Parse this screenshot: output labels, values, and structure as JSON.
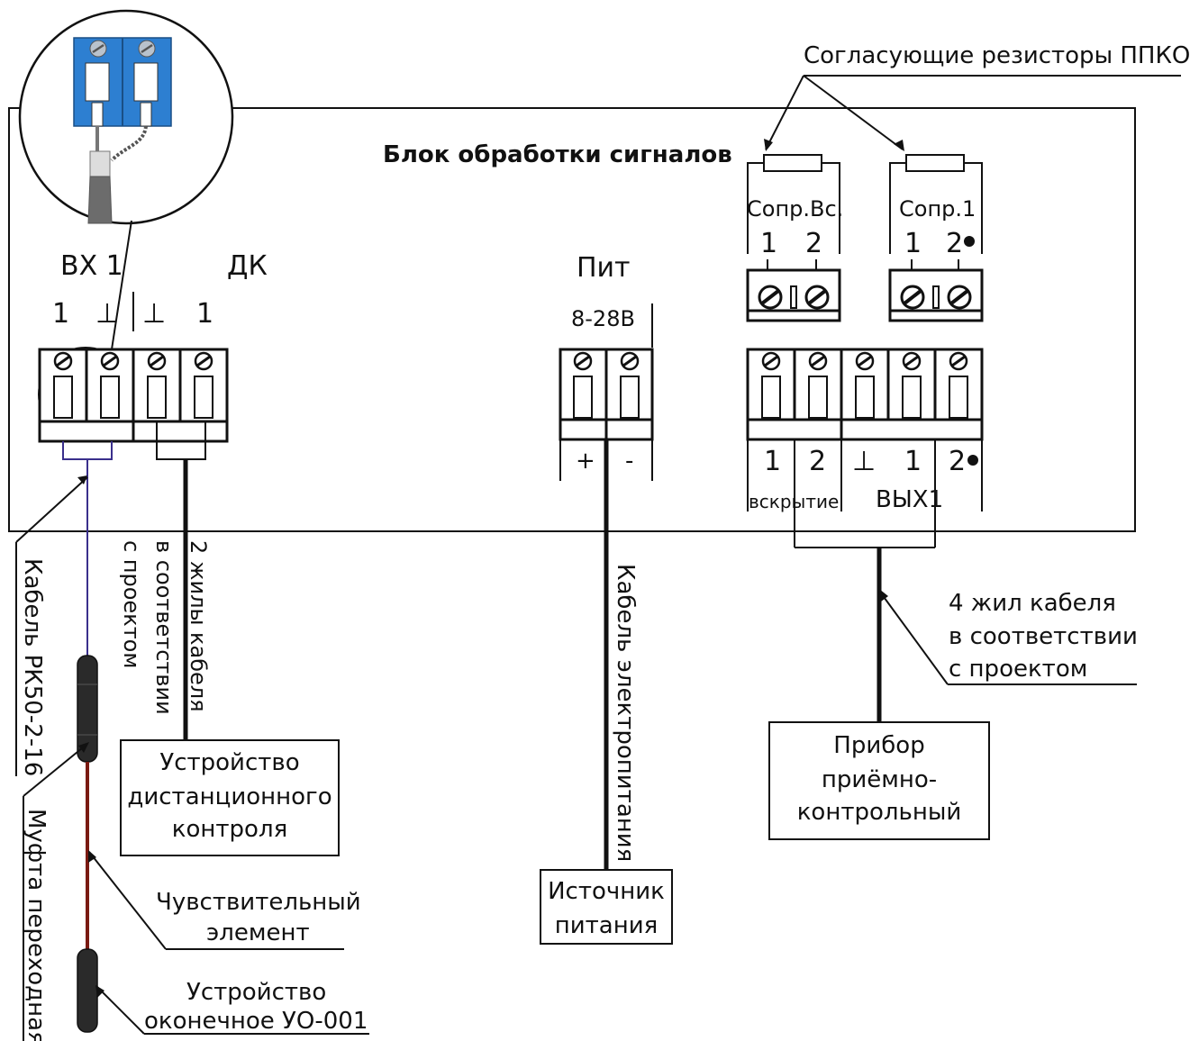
{
  "block": {
    "title": "Блок обработки сигналов"
  },
  "resistors": {
    "label": "Согласующие резисторы ППКО"
  },
  "inputs": {
    "vx1": {
      "label": "ВХ 1",
      "term1": "1",
      "term2": "⊥"
    },
    "dk": {
      "label": "ДК",
      "term1": "⊥",
      "term2": "1"
    }
  },
  "power": {
    "label": "Пит",
    "voltage": "8-28В",
    "plus": "+",
    "minus": "-"
  },
  "resistance": {
    "tamper": {
      "label": "Сопр.Вс.",
      "t1": "1",
      "t2": "2"
    },
    "r1": {
      "label": "Сопр.1",
      "t1": "1",
      "t2": "2"
    }
  },
  "outputs": {
    "t1": "1",
    "t2": "2",
    "t3": "⊥",
    "t4": "1",
    "t5": "2",
    "opening": "вскрытие",
    "out1": "ВЫХ1"
  },
  "cables": {
    "pk50": "Кабель РК50-2-16",
    "dk_line1": "2 жилы кабеля",
    "dk_line2": "в соответствии",
    "dk_line3": "с проектом",
    "power": "Кабель электропитания",
    "ppk_line1": "4 жил кабеля",
    "ppk_line2": "в соответствии",
    "ppk_line3": "с проектом"
  },
  "devices": {
    "dk_line1": "Устройство",
    "dk_line2": "дистанционного",
    "dk_line3": "контроля",
    "psu_line1": "Источник",
    "psu_line2": "питания",
    "ppk_line1": "Прибор",
    "ppk_line2": "приёмно-",
    "ppk_line3": "контрольный"
  },
  "sensor": {
    "coupling": "Муфта переходная",
    "element_line1": "Чувствительный",
    "element_line2": "элемент",
    "end_line1": "Устройство",
    "end_line2": "оконечное УО-001"
  },
  "colors": {
    "coax": "#3a2f8c",
    "sensor_cable": "#7a1a12",
    "terminal_blue": "#2d7fd1",
    "ink": "#111111"
  }
}
